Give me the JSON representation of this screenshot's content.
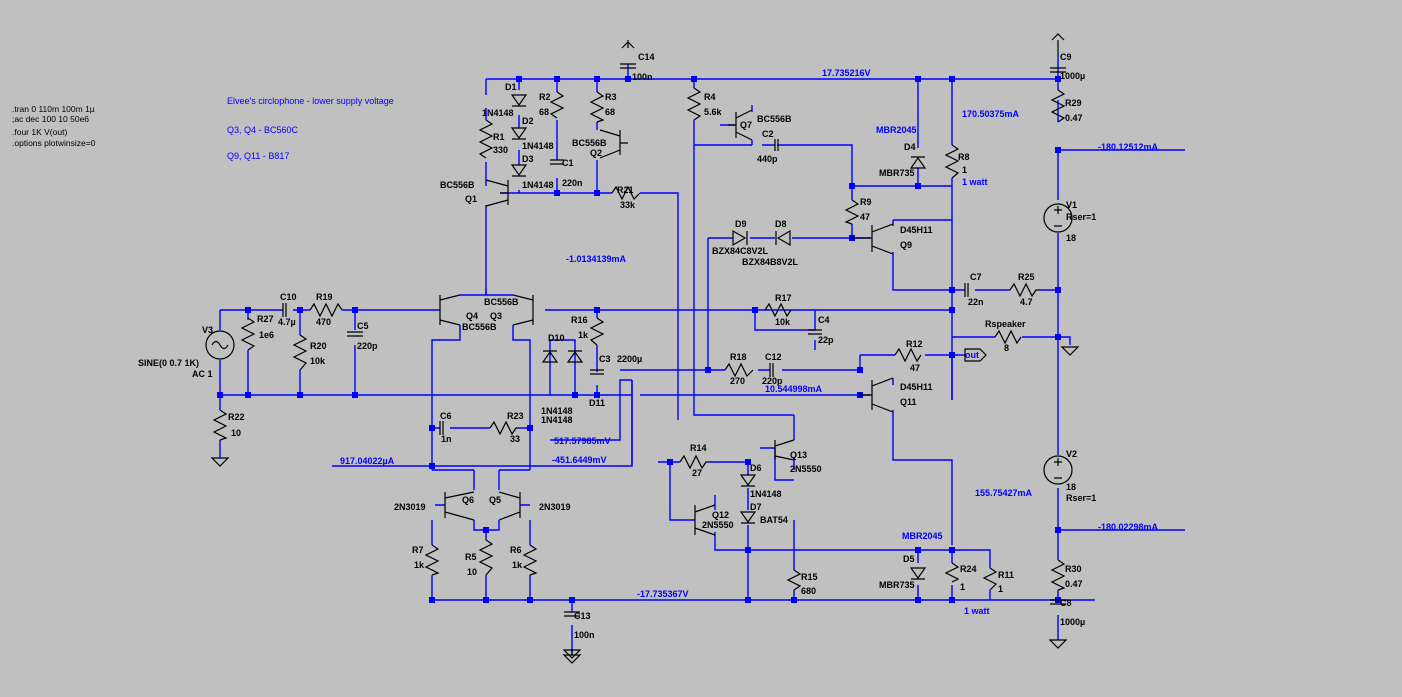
{
  "directives": [
    ".tran 0 110m 100m 1µ",
    ";ac dec 100 10 50e6",
    ".four 1K V(out)",
    ".options plotwinsize=0"
  ],
  "comments": [
    "Elvee's circlophone - lower supply voltage",
    "Q3, Q4 - BC560C",
    "Q9, Q11 - B817"
  ],
  "probes": {
    "v_pos": "17.735216V",
    "v_neg": "-17.735367V",
    "i_r8": "170.50375mA",
    "i_v1": "-180.12512mA",
    "i_q4": "-1.0134139mA",
    "i_r18": "10.544998mA",
    "v_c6": "517.57985mV",
    "v_q5": "-451.6449mV",
    "i_q6": "917.04022µA",
    "i_r24": "155.75427mA",
    "i_v2": "-180.02298mA"
  },
  "components": {
    "c14": [
      "C14",
      "100n"
    ],
    "c9": [
      "C9",
      "1000µ"
    ],
    "r29": [
      "R29",
      "0.47"
    ],
    "d1": [
      "D1",
      "1N4148"
    ],
    "d2": [
      "D2",
      "1N4148"
    ],
    "d3": [
      "D3",
      "1N4148"
    ],
    "r1": [
      "R1",
      "330"
    ],
    "r2": [
      "R2",
      "68"
    ],
    "r3": [
      "R3",
      "68"
    ],
    "c1": [
      "C1",
      "220n"
    ],
    "q1": [
      "BC556B",
      "Q1"
    ],
    "q2": [
      "BC556B",
      "Q2"
    ],
    "r21": [
      "R21",
      "33k"
    ],
    "r4": [
      "R4",
      "5.6k"
    ],
    "q7": [
      "Q7",
      "BC556B"
    ],
    "c2": [
      "C2",
      "440p"
    ],
    "d4": [
      "MBR2045",
      "D4",
      "MBR735"
    ],
    "r8": [
      "R8",
      "1",
      "1 watt"
    ],
    "r9": [
      "R9",
      "47"
    ],
    "d9": [
      "D9",
      "BZX84C8V2L"
    ],
    "d8": [
      "D8",
      "BZX84B8V2L"
    ],
    "q9": [
      "D45H11",
      "Q9"
    ],
    "v1": [
      "V1",
      "Rser=1",
      "18"
    ],
    "c7": [
      "C7",
      "22n"
    ],
    "r25": [
      "R25",
      "4.7"
    ],
    "c10": [
      "C10",
      "4.7µ"
    ],
    "r19": [
      "R19",
      "470"
    ],
    "r27": [
      "R27",
      "1e6"
    ],
    "v3": [
      "V3",
      "SINE(0 0.7 1K)",
      "AC 1"
    ],
    "r20": [
      "R20",
      "10k"
    ],
    "c5": [
      "C5",
      "220p"
    ],
    "r22": [
      "R22",
      "10"
    ],
    "q4": [
      "Q4",
      "BC556B"
    ],
    "q3": [
      "BC556B",
      "Q3"
    ],
    "r16": [
      "R16",
      "1k"
    ],
    "d10": [
      "D10"
    ],
    "c3": [
      "C3",
      "2200µ"
    ],
    "d11": [
      "D11",
      "1N4148",
      "1N4148"
    ],
    "r17": [
      "R17",
      "10k"
    ],
    "c4": [
      "C4",
      "22p"
    ],
    "rspk": [
      "Rspeaker",
      "8"
    ],
    "r12": [
      "R12",
      "47"
    ],
    "out": "out",
    "r18": [
      "R18",
      "270"
    ],
    "c12": [
      "C12",
      "220p"
    ],
    "q11": [
      "D45H11",
      "Q11"
    ],
    "c6": [
      "C6",
      "1n"
    ],
    "r23": [
      "R23",
      "33"
    ],
    "r14": [
      "R14",
      "27"
    ],
    "q13": [
      "Q13",
      "2N5550"
    ],
    "d6": [
      "D6",
      "1N4148"
    ],
    "d7": [
      "D7",
      "BAT54"
    ],
    "q12": [
      "Q12",
      "2N5550"
    ],
    "q6": [
      "2N3019",
      "Q6"
    ],
    "q5": [
      "Q5",
      "2N3019"
    ],
    "r7": [
      "R7",
      "1k"
    ],
    "r5": [
      "R5",
      "10"
    ],
    "r6": [
      "R6",
      "1k"
    ],
    "r15": [
      "R15",
      "680"
    ],
    "c13": [
      "C13",
      "100n"
    ],
    "d5": [
      "MBR2045",
      "D5",
      "MBR735"
    ],
    "r24": [
      "R24",
      "1"
    ],
    "r11": [
      "R11",
      "1",
      "1 watt"
    ],
    "v2": [
      "V2",
      "18",
      "Rser=1"
    ],
    "r30": [
      "R30",
      "0.47"
    ],
    "c8": [
      "C8",
      "1000µ"
    ]
  },
  "colors": {
    "wire": "#0000ff",
    "component": "#000000",
    "background": "#c0c0c0"
  }
}
